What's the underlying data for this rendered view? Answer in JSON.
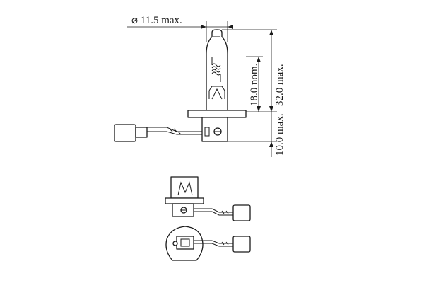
{
  "dimensions": {
    "diameter": "⌀ 11.5 max.",
    "length_nominal": "18.0 nom.",
    "length_max": "32.0 max.",
    "base_max": "10.0 max."
  }
}
